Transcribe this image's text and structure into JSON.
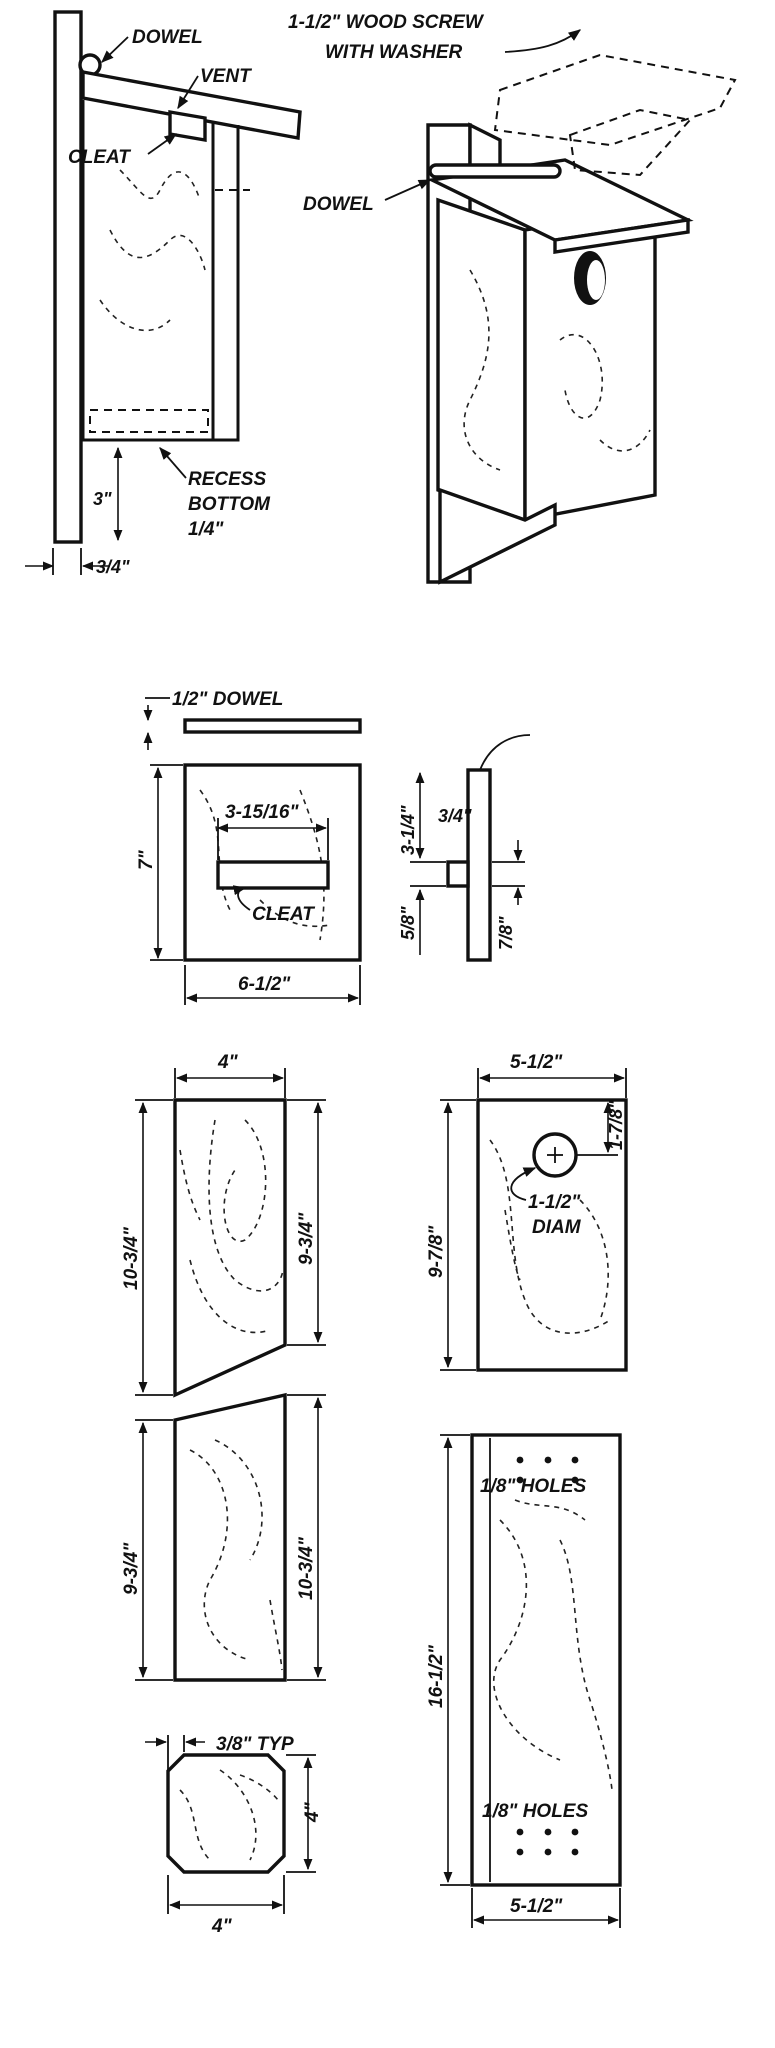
{
  "labels": {
    "dowel": "DOWEL",
    "vent": "VENT",
    "cleat": "CLEAT",
    "recess_line1": "RECESS",
    "recess_line2": "BOTTOM",
    "recess_line3": "1/4\"",
    "dim_3in": "3\"",
    "dim_3_4": "3/4\"",
    "screw_line1": "1-1/2\"  WOOD SCREW",
    "screw_line2": "WITH WASHER",
    "dowel_right": "DOWEL"
  },
  "roof": {
    "dowel_label": "1/2\" DOWEL",
    "height": "7\"",
    "cleat_width": "3-15/16\"",
    "cleat_label": "CLEAT",
    "width": "6-1/2\""
  },
  "cleat_detail": {
    "height": "3-1/4\"",
    "thickness": "3/4\"",
    "lower": "5/8\"",
    "bottom": "7/8\""
  },
  "side_top": {
    "width": "4\"",
    "left_height": "10-3/4\"",
    "right_height": "9-3/4\""
  },
  "side_bottom": {
    "left_height": "9-3/4\"",
    "right_height": "10-3/4\""
  },
  "front": {
    "width": "5-1/2\"",
    "height": "9-7/8\"",
    "hole_offset": "1-7/8\"",
    "hole_line1": "1-1/2\"",
    "hole_line2": "DIAM"
  },
  "back": {
    "height": "16-1/2\"",
    "holes_top": "1/8\" HOLES",
    "holes_bottom": "1/8\" HOLES",
    "width": "5-1/2\""
  },
  "floor": {
    "corner": "3/8\" TYP",
    "height": "4\"",
    "width": "4\""
  }
}
